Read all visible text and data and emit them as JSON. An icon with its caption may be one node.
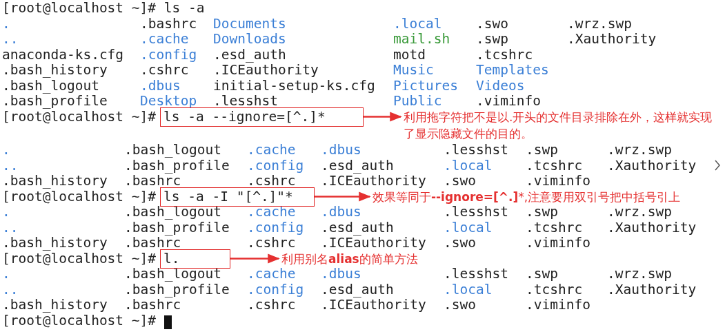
{
  "diagram": {
    "nodes": [
      {
        "text": [
          "ls -a --ignore=[^.]*"
        ]
      },
      {
        "text": [
          "利用拖字符把不是以.开头的文件目录排除在外，这样就实现了显示隐藏文件的目的。"
        ]
      },
      {
        "text": [
          "ls -a -I \"[^.]\"*"
        ]
      },
      {
        "text": [
          "效果等同于**--ignore=[^.]***,注意要用双引号把中括号引上"
        ]
      },
      {
        "text": [
          "l."
        ]
      },
      {
        "text": [
          "利用别名**alias**的简单方法"
        ]
      }
    ],
    "edges": [
      {
        "from": 0,
        "to": 1,
        "arrow": "to"
      },
      {
        "from": 2,
        "to": 3,
        "arrow": "to"
      },
      {
        "from": 4,
        "to": 5,
        "arrow": "to"
      }
    ],
    "labels": [
      "[root@localhost ~]# ls -a",
      ".",
      ".bashrc",
      "Documents",
      ".local",
      ".swo",
      ".wrz.swp",
      "..",
      ".cache",
      "Downloads",
      "mail.sh",
      ".swp",
      ".Xauthority",
      "anaconda-ks.cfg",
      ".config",
      ".esd_auth",
      "motd",
      ".tcshrc",
      ".bash_history",
      ".cshrc",
      ".ICEauthority",
      "Music",
      "Templates",
      ".bash_logout",
      ".dbus",
      "initial-setup-ks.cfg",
      "Pictures",
      "Videos",
      ".bash_profile",
      "Desktop",
      ".lesshst",
      "Public",
      ".viminfo",
      "[root@localhost ~]#",
      ".",
      ".bash_logout",
      ".cache",
      ".dbus",
      ".lesshst",
      ".swp",
      ".wrz.swp",
      "..",
      ".bash_profile",
      ".config",
      ".esd_auth",
      ".local",
      ".tcshrc",
      ".Xauthority",
      ".bash_history",
      ".bashrc",
      ".cshrc",
      ".ICEauthority",
      ".swo",
      ".viminfo",
      "[root@localhost ~]#",
      ".",
      ".bash_logout",
      ".cache",
      ".dbus",
      ".lesshst",
      ".swp",
      ".wrz.swp",
      "..",
      ".bash_profile",
      ".config",
      ".esd_auth",
      ".local",
      ".tcshrc",
      ".Xauthority",
      ".bash_history",
      ".bashrc",
      ".cshrc",
      ".ICEauthority",
      ".swo",
      ".viminfo",
      "[root@localhost ~]#",
      ".",
      ".bash_logout",
      ".cache",
      ".dbus",
      ".lesshst",
      ".swp",
      ".wrz.swp",
      "..",
      ".bash_profile",
      ".config",
      ".esd_auth",
      ".local",
      ".tcshrc",
      ".Xauthority",
      ".bash_history",
      ".bashrc",
      ".cshrc",
      ".ICEauthority",
      ".swo",
      ".viminfo",
      "[root@localhost ~]#"
    ]
  }
}
